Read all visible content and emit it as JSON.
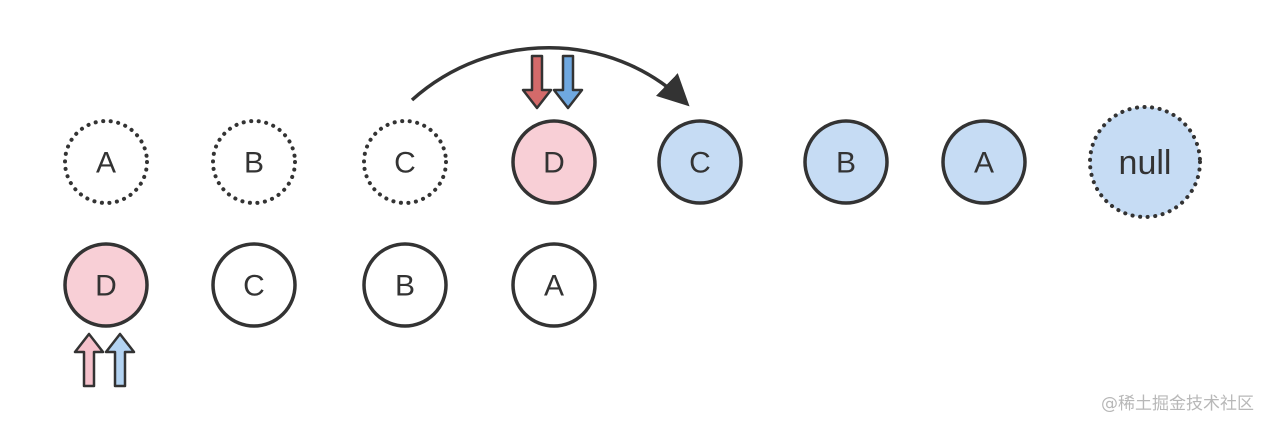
{
  "colors": {
    "stroke": "#333333",
    "red_fill": "#f8cfd6",
    "blue_fill": "#c6dcf4",
    "white_fill": "#ffffff",
    "down_arrow_red": "#d46a6a",
    "down_arrow_blue": "#6fa8e0",
    "up_arrow_pink": "#f5c1cb",
    "up_arrow_blue": "#b3d3f2"
  },
  "top_row": {
    "nodes": [
      {
        "label": "A",
        "style": "dotted",
        "fill": "white"
      },
      {
        "label": "B",
        "style": "dotted",
        "fill": "white"
      },
      {
        "label": "C",
        "style": "dotted",
        "fill": "white"
      },
      {
        "label": "D",
        "style": "solid",
        "fill": "red"
      },
      {
        "label": "C",
        "style": "solid",
        "fill": "blue"
      },
      {
        "label": "B",
        "style": "solid",
        "fill": "blue"
      },
      {
        "label": "A",
        "style": "solid",
        "fill": "blue"
      },
      {
        "label": "null",
        "style": "dotted",
        "fill": "blue"
      }
    ]
  },
  "bottom_row": {
    "nodes": [
      {
        "label": "D",
        "style": "solid",
        "fill": "red"
      },
      {
        "label": "C",
        "style": "solid",
        "fill": "white"
      },
      {
        "label": "B",
        "style": "solid",
        "fill": "white"
      },
      {
        "label": "A",
        "style": "solid",
        "fill": "white"
      }
    ]
  },
  "curved_arrow": {
    "from": "top C (dotted)",
    "to": "top C (blue)"
  },
  "watermark": "@稀土掘金技术社区"
}
